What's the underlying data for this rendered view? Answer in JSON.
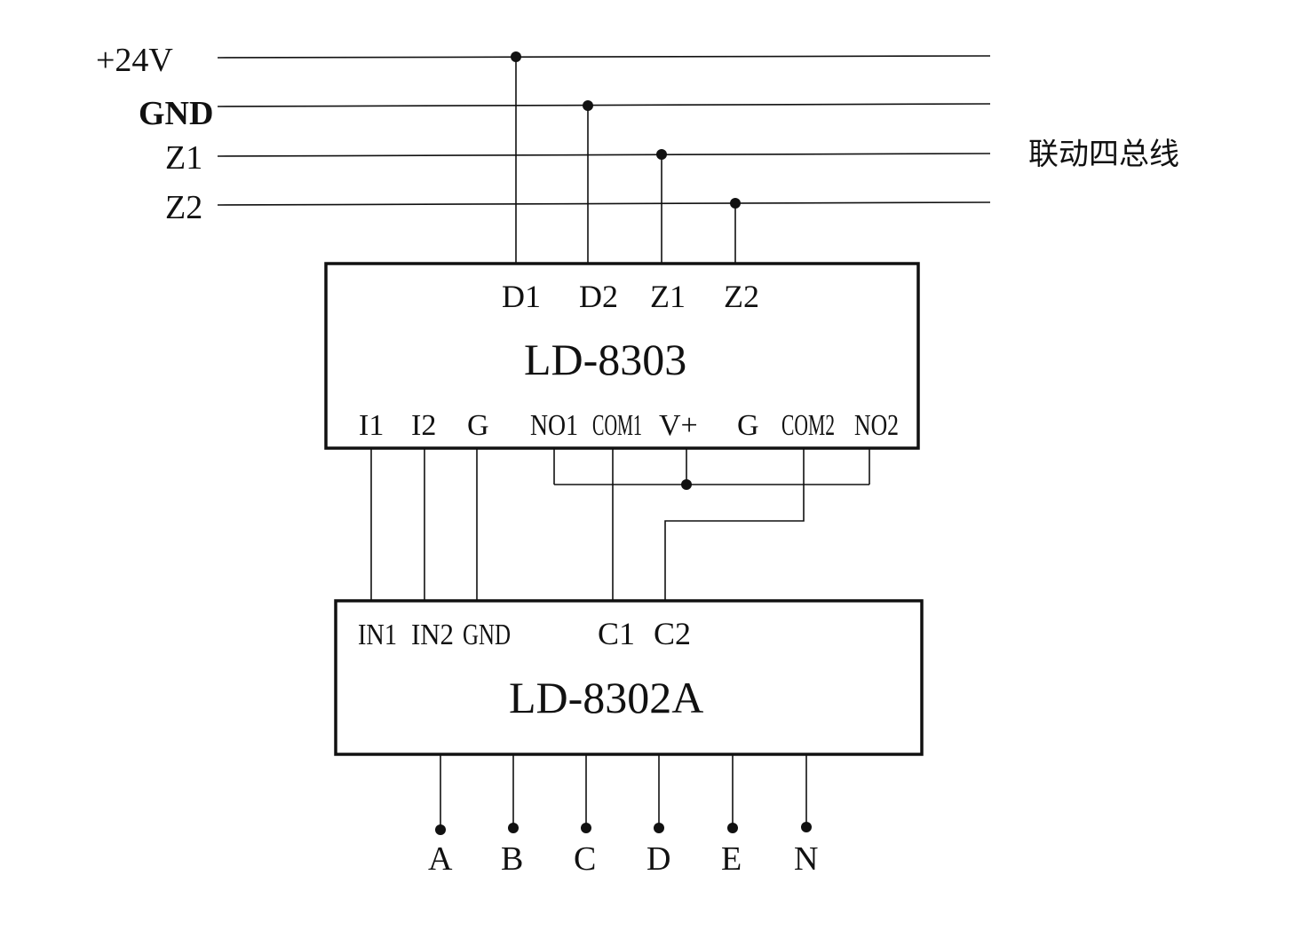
{
  "bus": {
    "lines": [
      {
        "label": "+24V"
      },
      {
        "label": "GND"
      },
      {
        "label": "Z1"
      },
      {
        "label": "Z2"
      }
    ],
    "title": "联动四总线"
  },
  "module_top": {
    "name": "LD-8303",
    "top_terminals": [
      "D1",
      "D2",
      "Z1",
      "Z2"
    ],
    "bottom_terminals": [
      "I1",
      "I2",
      "G",
      "NO1",
      "COM1",
      "V+",
      "G",
      "COM2",
      "NO2"
    ]
  },
  "module_bottom": {
    "name": "LD-8302A",
    "top_terminals": [
      "IN1",
      "IN2",
      "GND",
      "C1",
      "C2"
    ]
  },
  "outputs": [
    "A",
    "B",
    "C",
    "D",
    "E",
    "N"
  ]
}
